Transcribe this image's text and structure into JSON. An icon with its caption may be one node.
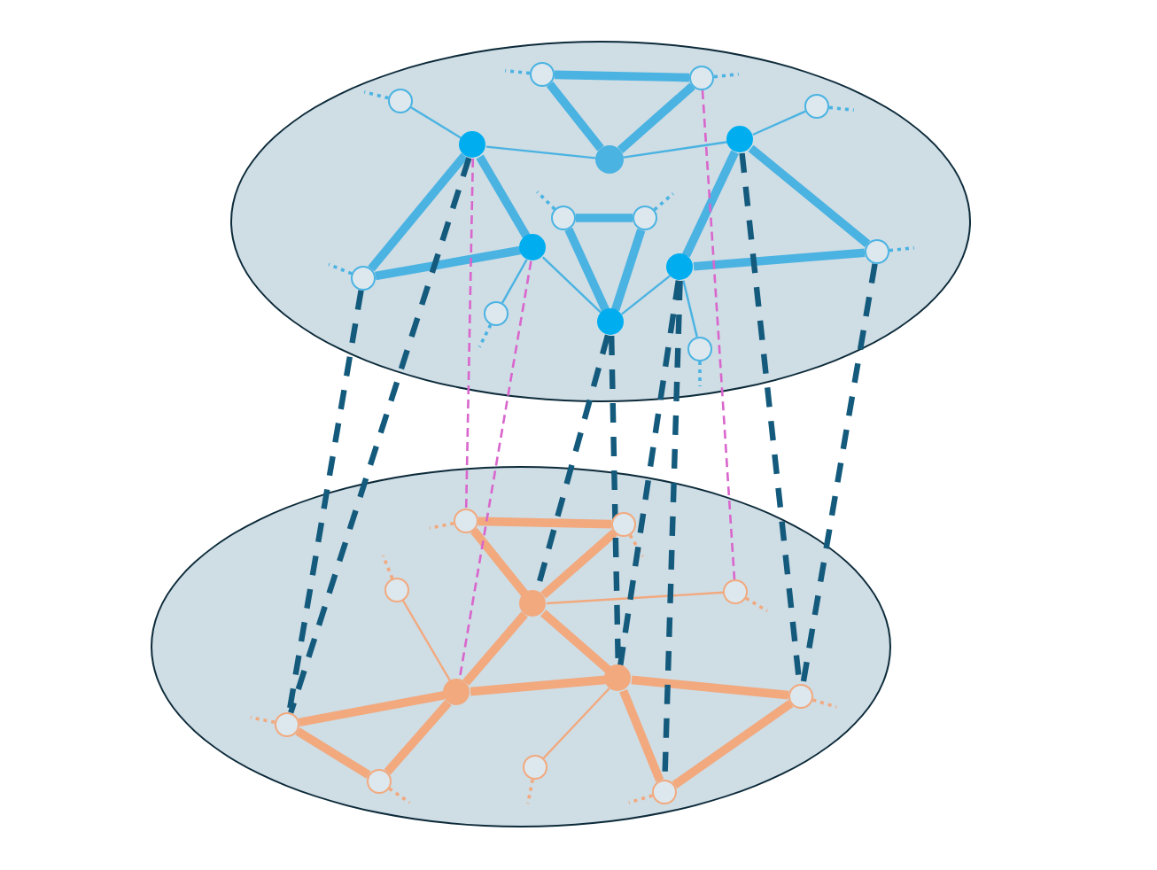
{
  "diagram": {
    "nodes": [
      {
        "text": [],
        "shape": "ellipse"
      },
      {
        "text": [],
        "shape": "circle",
        "in": 0
      },
      {
        "text": [],
        "shape": "circle",
        "in": 0
      },
      {
        "text": [],
        "shape": "circle",
        "in": 0
      },
      {
        "text": [],
        "shape": "circle",
        "in": 0
      },
      {
        "text": [],
        "shape": "circle",
        "in": 0
      },
      {
        "text": [],
        "shape": "circle",
        "in": 0
      },
      {
        "text": [],
        "shape": "circle",
        "in": 0
      },
      {
        "text": [],
        "shape": "circle",
        "in": 0
      },
      {
        "text": [],
        "shape": "circle",
        "in": 0
      },
      {
        "text": [],
        "shape": "circle",
        "in": 0
      },
      {
        "text": [],
        "shape": "circle",
        "in": 0
      },
      {
        "text": [],
        "shape": "circle",
        "in": 0
      },
      {
        "text": [],
        "shape": "circle",
        "in": 0
      },
      {
        "text": [],
        "shape": "circle",
        "in": 0
      },
      {
        "text": [],
        "shape": "circle",
        "in": 0
      },
      {
        "text": [],
        "shape": "circle",
        "in": 0
      },
      {
        "text": [],
        "shape": "ellipse"
      },
      {
        "text": [],
        "shape": "circle",
        "in": 17
      },
      {
        "text": [],
        "shape": "circle",
        "in": 17
      },
      {
        "text": [],
        "shape": "circle",
        "in": 17
      },
      {
        "text": [],
        "shape": "circle",
        "in": 17
      },
      {
        "text": [],
        "shape": "circle",
        "in": 17
      },
      {
        "text": [],
        "shape": "circle",
        "in": 17
      },
      {
        "text": [],
        "shape": "circle",
        "in": 17
      },
      {
        "text": [],
        "shape": "circle",
        "in": 17
      },
      {
        "text": [],
        "shape": "circle",
        "in": 17
      },
      {
        "text": [],
        "shape": "circle",
        "in": 17
      },
      {
        "text": [],
        "shape": "circle",
        "in": 17
      },
      {
        "text": [],
        "shape": "circle",
        "in": 17
      }
    ],
    "edges": [
      {
        "from": 1,
        "to": 5,
        "arrow": "none",
        "color": "#4ab3e2"
      },
      {
        "from": 2,
        "to": 3,
        "arrow": "none",
        "style": "thick",
        "color": "#4ab3e2"
      },
      {
        "from": 2,
        "to": 6,
        "arrow": "none",
        "style": "thick",
        "color": "#4ab3e2"
      },
      {
        "from": 3,
        "to": 6,
        "arrow": "none",
        "style": "thick",
        "color": "#4ab3e2"
      },
      {
        "from": 5,
        "to": 6,
        "arrow": "none",
        "color": "#4ab3e2"
      },
      {
        "from": 6,
        "to": 7,
        "arrow": "none",
        "color": "#4ab3e2"
      },
      {
        "from": 7,
        "to": 4,
        "arrow": "none",
        "color": "#4ab3e2"
      },
      {
        "from": 5,
        "to": 10,
        "arrow": "none",
        "style": "thick",
        "color": "#4ab3e2"
      },
      {
        "from": 5,
        "to": 11,
        "arrow": "none",
        "style": "thick",
        "color": "#4ab3e2"
      },
      {
        "from": 10,
        "to": 11,
        "arrow": "none",
        "style": "thick",
        "color": "#4ab3e2"
      },
      {
        "from": 8,
        "to": 9,
        "arrow": "none",
        "style": "thick",
        "color": "#4ab3e2"
      },
      {
        "from": 8,
        "to": 15,
        "arrow": "none",
        "style": "thick",
        "color": "#4ab3e2"
      },
      {
        "from": 9,
        "to": 15,
        "arrow": "none",
        "style": "thick",
        "color": "#4ab3e2"
      },
      {
        "from": 11,
        "to": 15,
        "arrow": "none",
        "color": "#4ab3e2"
      },
      {
        "from": 11,
        "to": 14,
        "arrow": "none",
        "color": "#4ab3e2"
      },
      {
        "from": 15,
        "to": 12,
        "arrow": "none",
        "color": "#4ab3e2"
      },
      {
        "from": 7,
        "to": 12,
        "arrow": "none",
        "style": "thick",
        "color": "#4ab3e2"
      },
      {
        "from": 7,
        "to": 13,
        "arrow": "none",
        "style": "thick",
        "color": "#4ab3e2"
      },
      {
        "from": 12,
        "to": 13,
        "arrow": "none",
        "style": "thick",
        "color": "#4ab3e2"
      },
      {
        "from": 12,
        "to": 16,
        "arrow": "none",
        "color": "#4ab3e2"
      },
      {
        "from": 1,
        "to": null,
        "arrow": "none",
        "style": "dashed",
        "color": "#4ab3e2"
      },
      {
        "from": 2,
        "to": null,
        "arrow": "none",
        "style": "dashed",
        "color": "#4ab3e2"
      },
      {
        "from": 3,
        "to": null,
        "arrow": "none",
        "style": "dashed",
        "color": "#4ab3e2"
      },
      {
        "from": 4,
        "to": null,
        "arrow": "none",
        "style": "dashed",
        "color": "#4ab3e2"
      },
      {
        "from": 8,
        "to": null,
        "arrow": "none",
        "style": "dashed",
        "color": "#4ab3e2"
      },
      {
        "from": 9,
        "to": null,
        "arrow": "none",
        "style": "dashed",
        "color": "#4ab3e2"
      },
      {
        "from": 10,
        "to": null,
        "arrow": "none",
        "style": "dashed",
        "color": "#4ab3e2"
      },
      {
        "from": 13,
        "to": null,
        "arrow": "none",
        "style": "dashed",
        "color": "#4ab3e2"
      },
      {
        "from": 14,
        "to": null,
        "arrow": "none",
        "style": "dashed",
        "color": "#4ab3e2"
      },
      {
        "from": 16,
        "to": null,
        "arrow": "none",
        "style": "dashed",
        "color": "#4ab3e2"
      },
      {
        "from": 18,
        "to": 19,
        "arrow": "none",
        "style": "thick",
        "color": "#f2a97e"
      },
      {
        "from": 18,
        "to": 22,
        "arrow": "none",
        "style": "thick",
        "color": "#f2a97e"
      },
      {
        "from": 19,
        "to": 22,
        "arrow": "none",
        "style": "thick",
        "color": "#f2a97e"
      },
      {
        "from": 22,
        "to": 21,
        "arrow": "none",
        "color": "#f2a97e"
      },
      {
        "from": 20,
        "to": 24,
        "arrow": "none",
        "color": "#f2a97e"
      },
      {
        "from": 22,
        "to": 24,
        "arrow": "none",
        "style": "thick",
        "color": "#f2a97e"
      },
      {
        "from": 22,
        "to": 25,
        "arrow": "none",
        "style": "thick",
        "color": "#f2a97e"
      },
      {
        "from": 24,
        "to": 23,
        "arrow": "none",
        "style": "thick",
        "color": "#f2a97e"
      },
      {
        "from": 24,
        "to": 25,
        "arrow": "none",
        "style": "thick",
        "color": "#f2a97e"
      },
      {
        "from": 23,
        "to": 27,
        "arrow": "none",
        "style": "thick",
        "color": "#f2a97e"
      },
      {
        "from": 24,
        "to": 27,
        "arrow": "none",
        "style": "thick",
        "color": "#f2a97e"
      },
      {
        "from": 25,
        "to": 28,
        "arrow": "none",
        "color": "#f2a97e"
      },
      {
        "from": 25,
        "to": 29,
        "arrow": "none",
        "style": "thick",
        "color": "#f2a97e"
      },
      {
        "from": 25,
        "to": 26,
        "arrow": "none",
        "style": "thick",
        "color": "#f2a97e"
      },
      {
        "from": 26,
        "to": 29,
        "arrow": "none",
        "style": "thick",
        "color": "#f2a97e"
      },
      {
        "from": 18,
        "to": null,
        "arrow": "none",
        "style": "dashed",
        "color": "#f2a97e"
      },
      {
        "from": 19,
        "to": null,
        "arrow": "none",
        "style": "dashed",
        "color": "#f2a97e"
      },
      {
        "from": 20,
        "to": null,
        "arrow": "none",
        "style": "dashed",
        "color": "#f2a97e"
      },
      {
        "from": 21,
        "to": null,
        "arrow": "none",
        "style": "dashed",
        "color": "#f2a97e"
      },
      {
        "from": 23,
        "to": null,
        "arrow": "none",
        "style": "dashed",
        "color": "#f2a97e"
      },
      {
        "from": 26,
        "to": null,
        "arrow": "none",
        "style": "dashed",
        "color": "#f2a97e"
      },
      {
        "from": 27,
        "to": null,
        "arrow": "none",
        "style": "dashed",
        "color": "#f2a97e"
      },
      {
        "from": 28,
        "to": null,
        "arrow": "none",
        "style": "dashed",
        "color": "#f2a97e"
      },
      {
        "from": 29,
        "to": null,
        "arrow": "none",
        "style": "dashed",
        "color": "#f2a97e"
      },
      {
        "from": 10,
        "to": 23,
        "arrow": "none",
        "style": "dashed",
        "color": "#135a7c"
      },
      {
        "from": 5,
        "to": 23,
        "arrow": "none",
        "style": "dashed",
        "color": "#135a7c"
      },
      {
        "from": 15,
        "to": 22,
        "arrow": "none",
        "style": "dashed",
        "color": "#135a7c"
      },
      {
        "from": 15,
        "to": 25,
        "arrow": "none",
        "style": "dashed",
        "color": "#135a7c"
      },
      {
        "from": 12,
        "to": 25,
        "arrow": "none",
        "style": "dashed",
        "color": "#135a7c"
      },
      {
        "from": 12,
        "to": 29,
        "arrow": "none",
        "style": "dashed",
        "color": "#135a7c"
      },
      {
        "from": 7,
        "to": 26,
        "arrow": "none",
        "style": "dashed",
        "color": "#135a7c"
      },
      {
        "from": 13,
        "to": 26,
        "arrow": "none",
        "style": "dashed",
        "color": "#135a7c"
      },
      {
        "from": 5,
        "to": 18,
        "arrow": "none",
        "style": "dashed",
        "color": "#d966cc"
      },
      {
        "from": 11,
        "to": 24,
        "arrow": "none",
        "style": "dashed",
        "color": "#d966cc"
      },
      {
        "from": 3,
        "to": 21,
        "arrow": "none",
        "style": "dashed",
        "color": "#d966cc"
      }
    ]
  }
}
